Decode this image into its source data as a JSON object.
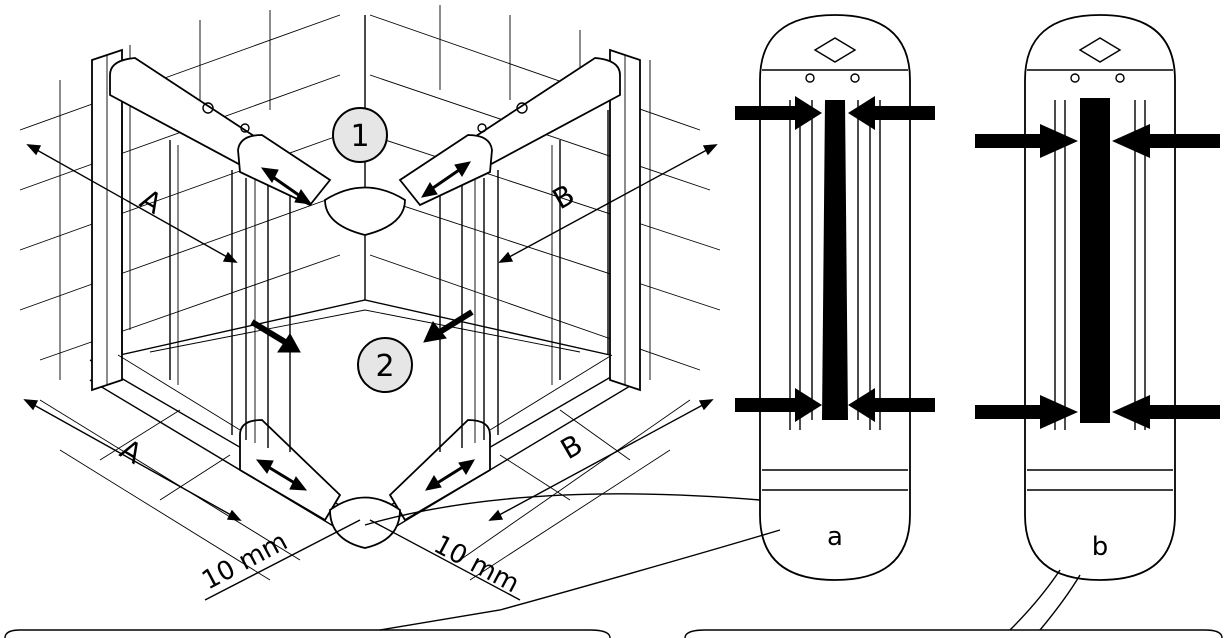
{
  "labels": {
    "step1": "1",
    "step2": "2",
    "dim_a_top": "A",
    "dim_b_top": "B",
    "dim_a_bottom": "A",
    "dim_b_bottom": "B",
    "gap_left": "10 mm",
    "gap_right": "10 mm",
    "detail_a": "a",
    "detail_b": "b"
  },
  "colors": {
    "ink": "#000000",
    "badge_fill": "#e6e6e6",
    "paper": "#ffffff"
  }
}
